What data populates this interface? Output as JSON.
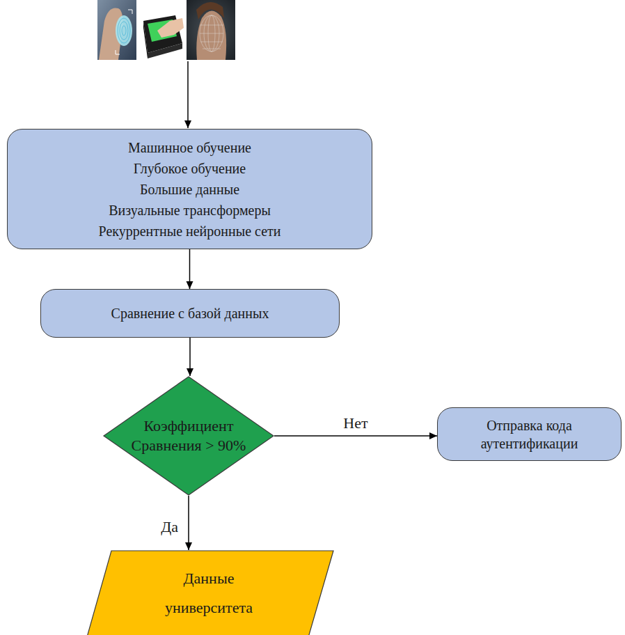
{
  "diagram": {
    "nodes": [
      {
        "text": [
          "Машинное обучение",
          "Глубокое обучение",
          "Большие данные",
          "Визуальные трансформеры",
          "Рекуррентные нейронные сети"
        ]
      },
      {
        "text": [
          "Сравнение с базой данных"
        ]
      },
      {
        "text": [
          "Коэффициент Сравнения > 90%"
        ]
      },
      {
        "text": [
          "Отправка кода аутентификации"
        ]
      },
      {
        "text": [
          "Данные университета"
        ]
      }
    ],
    "edges": [
      {
        "from": 0,
        "to": 1,
        "arrow": "to"
      },
      {
        "from": 1,
        "to": 2,
        "arrow": "to"
      },
      {
        "from": 2,
        "to": 3,
        "label": "Нет",
        "arrow": "to"
      },
      {
        "from": 2,
        "to": 4,
        "label": "Да",
        "arrow": "to"
      }
    ]
  }
}
